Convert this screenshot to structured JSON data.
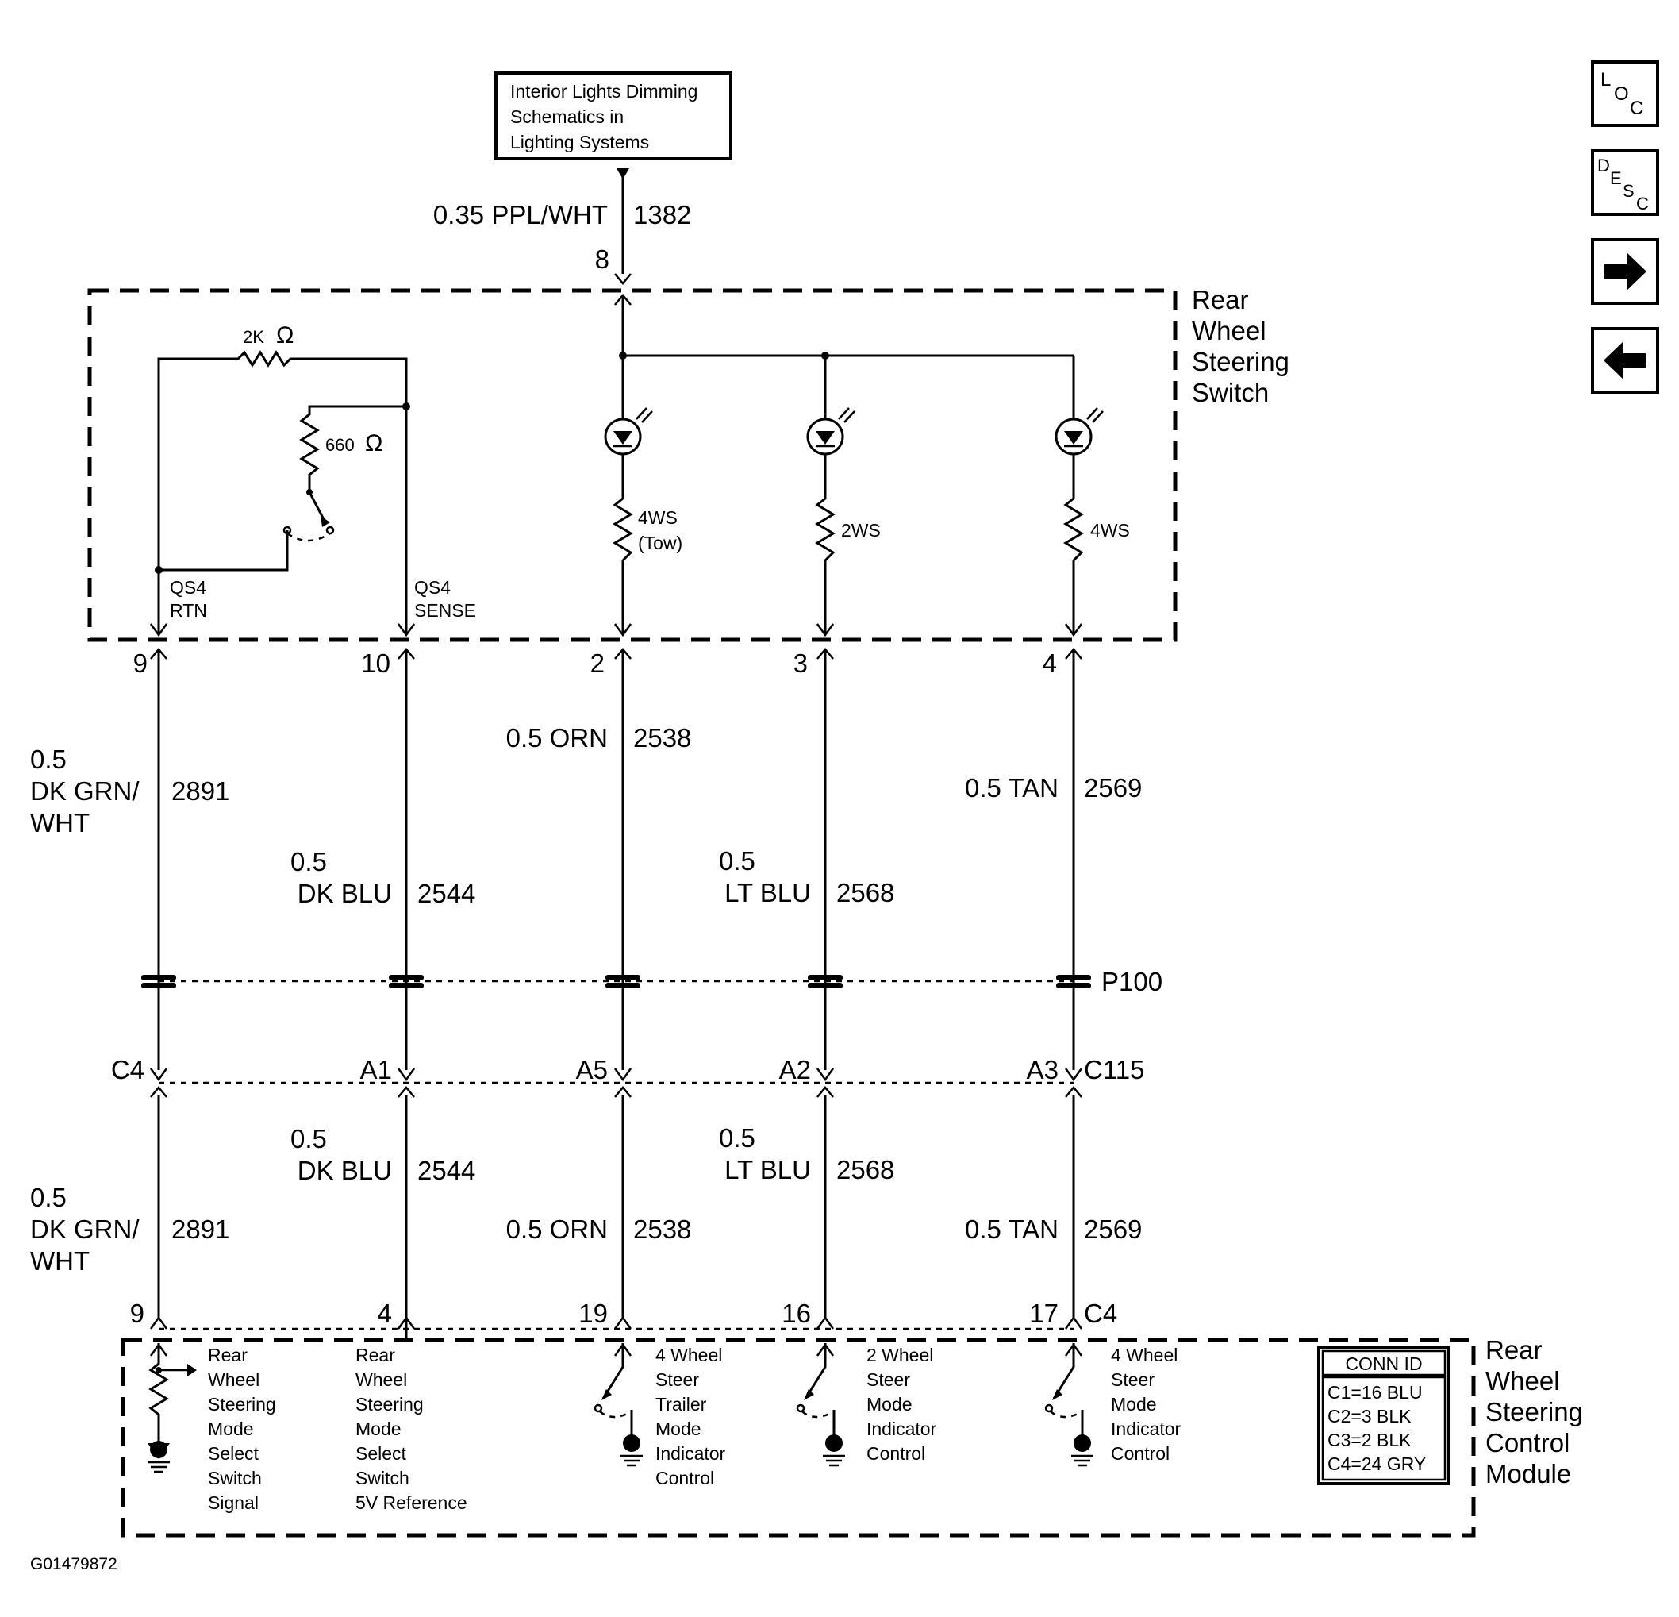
{
  "reference_box": {
    "lines": [
      "Interior Lights Dimming",
      "Schematics in",
      "Lighting Systems"
    ]
  },
  "nav_buttons": [
    {
      "name": "loc-button",
      "letters": [
        "L",
        "O",
        "C"
      ]
    },
    {
      "name": "desc-button",
      "letters": [
        "D",
        "E",
        "S",
        "C"
      ]
    },
    {
      "name": "next-arrow-button",
      "icon": "arrow-right-icon"
    },
    {
      "name": "prev-arrow-button",
      "icon": "arrow-left-icon"
    }
  ],
  "top_wire": {
    "label": "0.35 PPL/WHT",
    "circuit": "1382",
    "pin": "8"
  },
  "switch_module": {
    "title_lines": [
      "Rear",
      "Wheel",
      "Steering",
      "Switch"
    ],
    "resistors": {
      "r1": "2K",
      "r2": "660",
      "unit": "Ω"
    },
    "lamp_resistors": [
      "4WS",
      "(Tow)",
      "2WS",
      "4WS"
    ],
    "qs4_rtn": [
      "QS4",
      "RTN"
    ],
    "qs4_sense": [
      "QS4",
      "SENSE"
    ],
    "pins": [
      "9",
      "10",
      "2",
      "3",
      "4"
    ]
  },
  "upper_wires": {
    "w1": {
      "size": "0.5",
      "color1": "DK GRN/",
      "color2": "WHT",
      "circuit": "2891"
    },
    "w2": {
      "size": "0.5",
      "color": "DK BLU",
      "circuit": "2544"
    },
    "w3": {
      "label": "0.5 ORN",
      "circuit": "2538"
    },
    "w4": {
      "size": "0.5",
      "color": "LT BLU",
      "circuit": "2568"
    },
    "w5": {
      "label": "0.5 TAN",
      "circuit": "2569"
    }
  },
  "splice": {
    "label": "P100"
  },
  "connector_c115": {
    "pins": [
      "C4",
      "A1",
      "A5",
      "A2",
      "A3"
    ],
    "label": "C115"
  },
  "lower_wires": {
    "w1": {
      "size": "0.5",
      "color1": "DK GRN/",
      "color2": "WHT",
      "circuit": "2891"
    },
    "w2": {
      "size": "0.5",
      "color": "DK BLU",
      "circuit": "2544"
    },
    "w3": {
      "label": "0.5 ORN",
      "circuit": "2538"
    },
    "w4": {
      "size": "0.5",
      "color": "LT BLU",
      "circuit": "2568"
    },
    "w5": {
      "label": "0.5 TAN",
      "circuit": "2569"
    }
  },
  "control_module": {
    "pins": [
      "9",
      "4",
      "19",
      "16",
      "17"
    ],
    "connector": "C4",
    "title_lines": [
      "Rear",
      "Wheel",
      "Steering",
      "Control",
      "Module"
    ],
    "col1": [
      "Rear",
      "Wheel",
      "Steering",
      "Mode",
      "Select",
      "Switch",
      "Signal"
    ],
    "col2": [
      "Rear",
      "Wheel",
      "Steering",
      "Mode",
      "Select",
      "Switch",
      "5V Reference"
    ],
    "col3": [
      "4 Wheel",
      "Steer",
      "Trailer",
      "Mode",
      "Indicator",
      "Control"
    ],
    "col4": [
      "2 Wheel",
      "Steer",
      "Mode",
      "Indicator",
      "Control"
    ],
    "col5": [
      "4 Wheel",
      "Steer",
      "Mode",
      "Indicator",
      "Control"
    ],
    "conn_id": {
      "title": "CONN ID",
      "rows": [
        "C1=16 BLU",
        "C2=3 BLK",
        "C3=2 BLK",
        "C4=24 GRY"
      ]
    }
  },
  "figure_id": "G01479872"
}
